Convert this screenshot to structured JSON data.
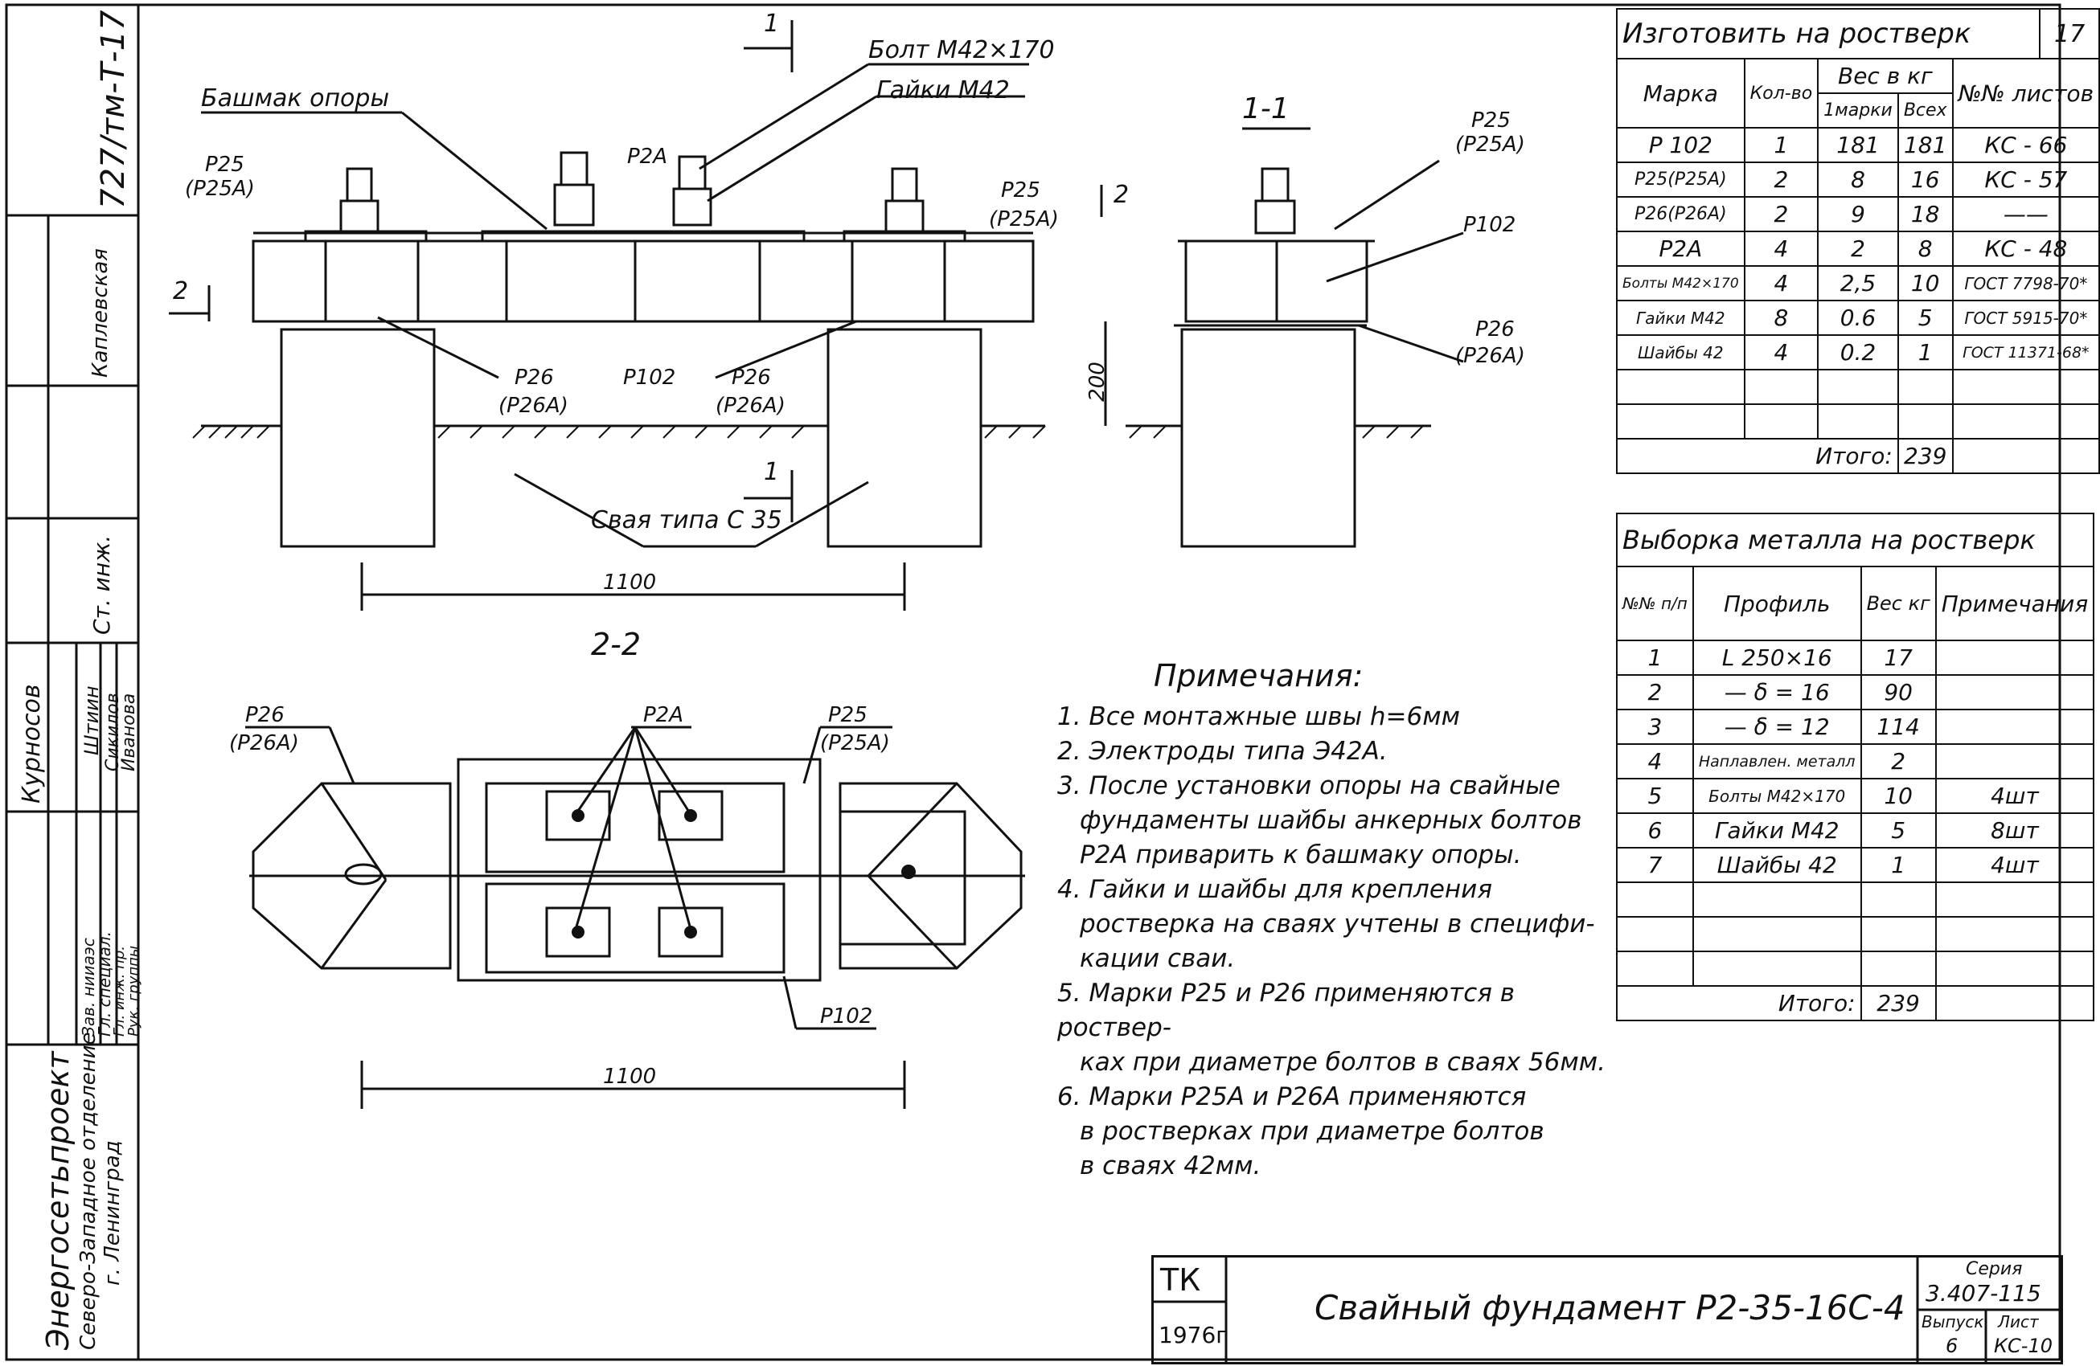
{
  "sheet": {
    "doc_number": "727/тм-Т-17",
    "sheet_number": "17",
    "org_line1": "Энергосетьпроект",
    "org_line2": "Северо-Западное отделение",
    "org_line3": "г. Ленинград",
    "roles": [
      "Зав. нииаэс",
      "Гл. специал.",
      "Гл. инж. пр.",
      "Рук. группы"
    ],
    "signers_a": [
      "Курносов",
      "Штиин"
    ],
    "signers_b": [
      "Сикилов",
      "Иванова"
    ],
    "chief_role": "Ст. инж.",
    "chief_name": "Каплевская"
  },
  "drawing": {
    "section_mark": "1",
    "section_11": "1-1",
    "section_22": "2-2",
    "section_mark_2": "2",
    "labels": {
      "bolt": "Болт М42×170",
      "nuts": "Гайки М42",
      "shoe": "Башмак опоры",
      "p25": "Р25",
      "p25a": "(Р25А)",
      "p2a": "Р2А",
      "p26": "Р26",
      "p26a": "(Р26А)",
      "p102": "Р102",
      "pile": "Свая типа С 35",
      "dim_1100": "1100",
      "dim_200": "200"
    }
  },
  "notes": {
    "title": "Примечания:",
    "items": [
      "1. Все монтажные швы h=6мм",
      "2. Электроды типа Э42А.",
      "3. После установки опоры на свайные",
      "фундаменты шайбы анкерных болтов",
      "Р2А приварить к башмаку опоры.",
      "4. Гайки и шайбы для крепления",
      "ростверка на сваях учтены в специфи-",
      "кации сваи.",
      "5. Марки Р25 и Р26 применяются в роствер-",
      "ках при диаметре болтов в сваях 56мм.",
      "6. Марки Р25А и Р26А применяются",
      "в ростверках при диаметре болтов",
      "в сваях 42мм."
    ]
  },
  "table1": {
    "title": "Изготовить на ростверк",
    "h_mark": "Марка",
    "h_qty": "Кол-во",
    "h_weight": "Вес в кг",
    "h_one": "1марки",
    "h_all": "Всех",
    "h_sheets": "№№ листов",
    "rows": [
      {
        "mark": "Р 102",
        "qty": "1",
        "one": "181",
        "all": "181",
        "sheet": "КС - 66"
      },
      {
        "mark": "Р25(Р25А)",
        "qty": "2",
        "one": "8",
        "all": "16",
        "sheet": "КС - 57"
      },
      {
        "mark": "Р26(Р26А)",
        "qty": "2",
        "one": "9",
        "all": "18",
        "sheet": "——"
      },
      {
        "mark": "Р2А",
        "qty": "4",
        "one": "2",
        "all": "8",
        "sheet": "КС - 48"
      },
      {
        "mark": "Болты М42×170",
        "qty": "4",
        "one": "2,5",
        "all": "10",
        "sheet": "ГОСТ 7798-70*"
      },
      {
        "mark": "Гайки М42",
        "qty": "8",
        "one": "0.6",
        "all": "5",
        "sheet": "ГОСТ 5915-70*"
      },
      {
        "mark": "Шайбы 42",
        "qty": "4",
        "one": "0.2",
        "all": "1",
        "sheet": "ГОСТ 11371-68*"
      }
    ],
    "total_label": "Итого:",
    "total": "239"
  },
  "table2": {
    "title": "Выборка металла на ростверк",
    "h_no": "№№ п/п",
    "h_profile": "Профиль",
    "h_weight": "Вес кг",
    "h_note": "Примечания",
    "rows": [
      {
        "no": "1",
        "profile": "L 250×16",
        "w": "17",
        "note": ""
      },
      {
        "no": "2",
        "profile": "— δ = 16",
        "w": "90",
        "note": ""
      },
      {
        "no": "3",
        "profile": "— δ = 12",
        "w": "114",
        "note": ""
      },
      {
        "no": "4",
        "profile": "Наплавлен. металл",
        "w": "2",
        "note": ""
      },
      {
        "no": "5",
        "profile": "Болты М42×170",
        "w": "10",
        "note": "4шт"
      },
      {
        "no": "6",
        "profile": "Гайки М42",
        "w": "5",
        "note": "8шт"
      },
      {
        "no": "7",
        "profile": "Шайбы 42",
        "w": "1",
        "note": "4шт"
      }
    ],
    "total_label": "Итого:",
    "total": "239"
  },
  "stamp": {
    "org": "ТК",
    "year": "1976г",
    "title": "Свайный фундамент Р2-35-16С-4",
    "series_label": "Серия",
    "series": "3.407-115",
    "issue_label": "Выпуск",
    "issue": "6",
    "sheet_label": "Лист",
    "sheet": "КС-10"
  }
}
